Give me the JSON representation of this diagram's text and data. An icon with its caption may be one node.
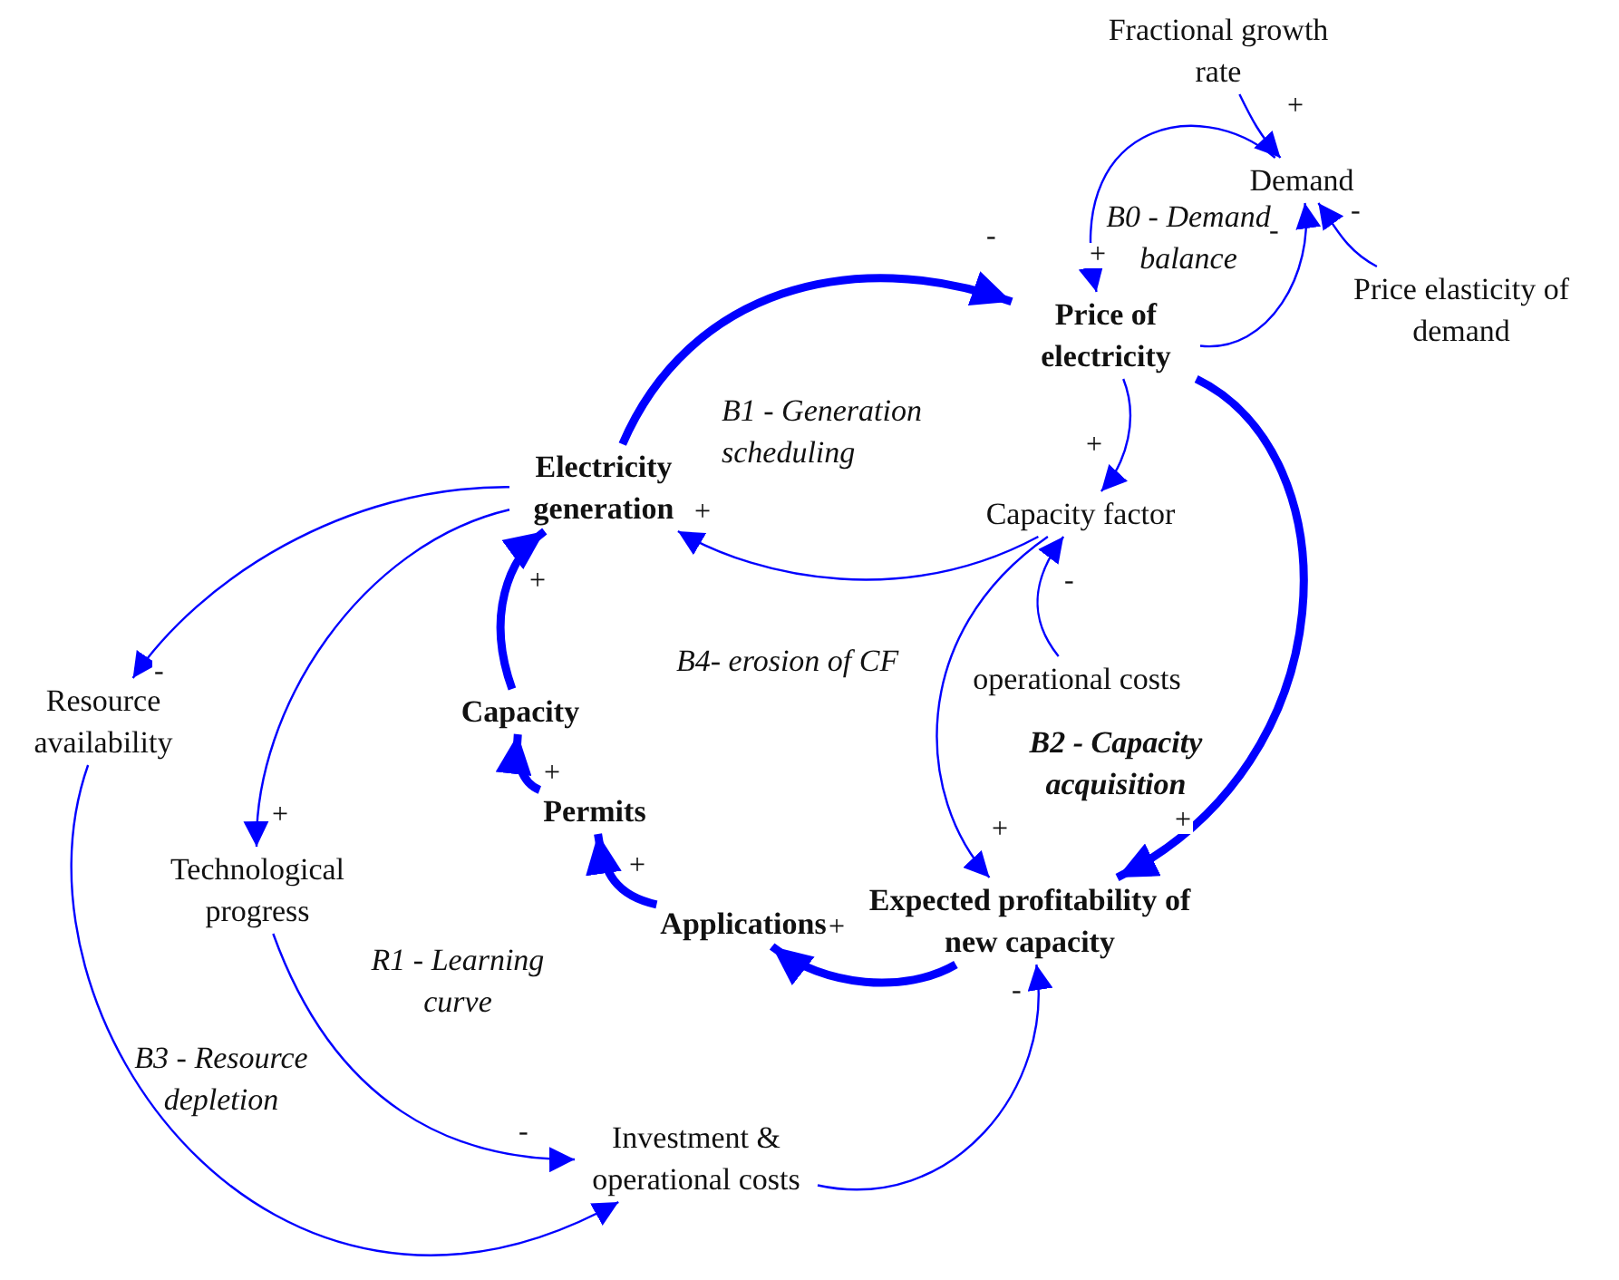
{
  "diagram": {
    "nodes": [
      {
        "text": [
          "Fractional growth rate"
        ]
      },
      {
        "text": [
          "Demand"
        ]
      },
      {
        "text": [
          "Price elasticity of demand"
        ]
      },
      {
        "text": [
          "Price of electricity"
        ]
      },
      {
        "text": [
          "Electricity generation"
        ]
      },
      {
        "text": [
          "Capacity factor"
        ]
      },
      {
        "text": [
          "operational costs"
        ]
      },
      {
        "text": [
          "Resource availability"
        ]
      },
      {
        "text": [
          "Capacity"
        ]
      },
      {
        "text": [
          "Permits"
        ]
      },
      {
        "text": [
          "Technological progress"
        ]
      },
      {
        "text": [
          "Applications"
        ]
      },
      {
        "text": [
          "Expected profitability of new capacity"
        ]
      },
      {
        "text": [
          "Investment & operational costs"
        ]
      }
    ],
    "edges": [
      {
        "from": 0,
        "to": 1,
        "arrow": "to",
        "label": "+"
      },
      {
        "from": 1,
        "to": 3,
        "arrow": "to",
        "label": "+"
      },
      {
        "from": 3,
        "to": 1,
        "arrow": "to",
        "label": "-"
      },
      {
        "from": 2,
        "to": 1,
        "arrow": "to",
        "label": "-"
      },
      {
        "from": 4,
        "to": 3,
        "arrow": "to",
        "label": "-",
        "style": "thick"
      },
      {
        "from": 3,
        "to": 5,
        "arrow": "to",
        "label": "+"
      },
      {
        "from": 5,
        "to": 4,
        "arrow": "to",
        "label": "+"
      },
      {
        "from": 6,
        "to": 5,
        "arrow": "to",
        "label": "-"
      },
      {
        "from": 3,
        "to": 12,
        "arrow": "to",
        "label": "+",
        "style": "thick"
      },
      {
        "from": 5,
        "to": 12,
        "arrow": "to",
        "label": "+"
      },
      {
        "from": 12,
        "to": 11,
        "arrow": "to",
        "label": "+",
        "style": "thick"
      },
      {
        "from": 11,
        "to": 9,
        "arrow": "to",
        "label": "+",
        "style": "thick"
      },
      {
        "from": 9,
        "to": 8,
        "arrow": "to",
        "label": "+",
        "style": "thick"
      },
      {
        "from": 8,
        "to": 4,
        "arrow": "to",
        "label": "+",
        "style": "thick"
      },
      {
        "from": 4,
        "to": 7,
        "arrow": "to",
        "label": "-"
      },
      {
        "from": 4,
        "to": 10,
        "arrow": "to",
        "label": "+"
      },
      {
        "from": 10,
        "to": 13,
        "arrow": "to",
        "label": "-"
      },
      {
        "from": 7,
        "to": 13,
        "arrow": "to"
      },
      {
        "from": 13,
        "to": 12,
        "arrow": "to",
        "label": "-"
      }
    ],
    "labels": [
      "B0 - Demand balance",
      "B1 - Generation scheduling",
      "B4- erosion of CF",
      "B2 - Capacity acquisition",
      "R1 - Learning curve",
      "B3 - Resource depletion"
    ]
  }
}
